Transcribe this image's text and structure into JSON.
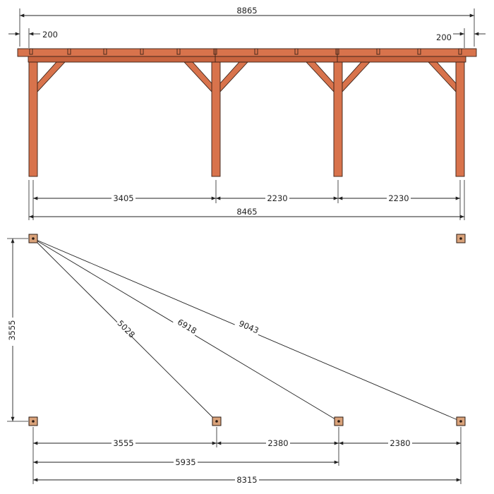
{
  "elevation": {
    "overall_length": "8865",
    "overhang_left": "200",
    "overhang_right": "200",
    "spans": [
      "3405",
      "2230",
      "2230"
    ],
    "post_length": "8465"
  },
  "plan": {
    "depth": "3555",
    "diagonals": [
      "5028",
      "6918",
      "9043"
    ],
    "spans": [
      "3555",
      "2380",
      "2380"
    ],
    "partial_length": "5935",
    "total_length": "8315"
  },
  "colors": {
    "timber": "#d8734c",
    "timber_outline": "#3a2218",
    "post_base": "#d9a27a",
    "dimension": "#222222"
  }
}
